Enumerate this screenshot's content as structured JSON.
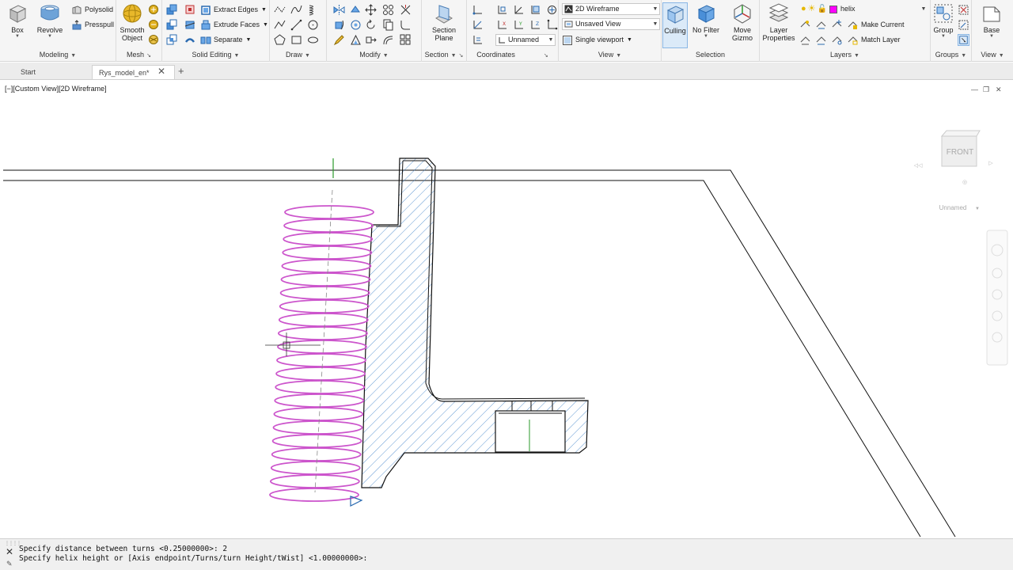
{
  "ribbon": {
    "panels": {
      "modeling": "Modeling",
      "mesh": "Mesh",
      "solid_editing": "Solid Editing",
      "draw": "Draw",
      "modify": "Modify",
      "section": "Section",
      "coordinates": "Coordinates",
      "view": "View",
      "selection": "Selection",
      "layers": "Layers",
      "groups": "Groups",
      "view2": "View"
    },
    "modeling": {
      "box": "Box",
      "revolve": "Revolve",
      "polysolid": "Polysolid",
      "presspull": "Presspull"
    },
    "mesh": {
      "smooth_line1": "Smooth",
      "smooth_line2": "Object"
    },
    "solid_editing": {
      "extract_edges": "Extract Edges",
      "extrude_faces": "Extrude Faces",
      "separate": "Separate"
    },
    "section": {
      "line1": "Section",
      "line2": "Plane"
    },
    "coordinates": {
      "ucs_name": "Unnamed"
    },
    "view": {
      "visual_style": "2D Wireframe",
      "saved_view": "Unsaved View",
      "viewport_config": "Single viewport"
    },
    "selection": {
      "culling": "Culling",
      "no_filter": "No Filter",
      "move_line1": "Move",
      "move_line2": "Gizmo"
    },
    "layers": {
      "props_line1": "Layer",
      "props_line2": "Properties",
      "current_layer": "helix",
      "current_layer_color": "#ff00ff",
      "make_current": "Make Current",
      "match_layer": "Match Layer"
    },
    "groups": {
      "group": "Group"
    },
    "base": {
      "label": "Base"
    }
  },
  "tabs": [
    {
      "label": "Start",
      "active": false
    },
    {
      "label": "Rys_model_en*",
      "active": true
    }
  ],
  "viewport": {
    "label": "[−][Custom View][2D Wireframe]",
    "viewcube_face": "FRONT",
    "ucs_name": "Unnamed",
    "helix_color": "#cc55cc",
    "hatch_color": "#3a7fc8"
  },
  "command": {
    "history_line": "Specify distance between turns <0.25000000>: 2",
    "prompt_line": "Specify helix height or [Axis endpoint/Turns/turn Height/tWist] <1.00000000>:"
  }
}
